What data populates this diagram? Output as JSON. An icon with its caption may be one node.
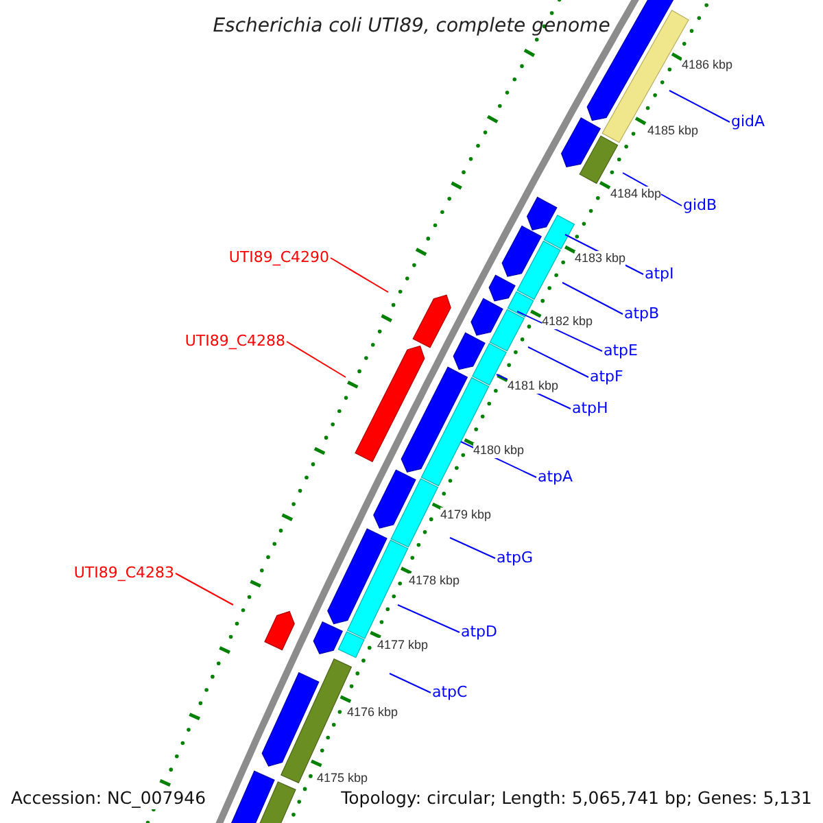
{
  "diagram": {
    "title": "Escherichia coli UTI89, complete genome",
    "nodes": [
      {
        "text": [
          "gidA"
        ]
      },
      {
        "text": [
          "gidB"
        ]
      },
      {
        "text": [
          "atpI"
        ]
      },
      {
        "text": [
          "UTI89_C4290"
        ]
      },
      {
        "text": [
          "atpB"
        ]
      },
      {
        "text": [
          "UTI89_C4288"
        ]
      },
      {
        "text": [
          "atpE"
        ]
      },
      {
        "text": [
          "atpF"
        ]
      },
      {
        "text": [
          "atpH"
        ]
      },
      {
        "text": [
          "atpA"
        ]
      },
      {
        "text": [
          "atpG"
        ]
      },
      {
        "text": [
          "UTI89_C4283"
        ]
      },
      {
        "text": [
          "atpD"
        ]
      },
      {
        "text": [
          "atpC"
        ]
      }
    ],
    "edges": [
      {
        "from": 0,
        "to": null,
        "arrow": "none"
      },
      {
        "from": 1,
        "to": null,
        "arrow": "none"
      },
      {
        "from": 2,
        "to": null,
        "arrow": "none"
      },
      {
        "from": 3,
        "to": null,
        "arrow": "none",
        "color": "#ff0000"
      },
      {
        "from": 4,
        "to": null,
        "arrow": "none"
      },
      {
        "from": 5,
        "to": null,
        "arrow": "none",
        "color": "#ff0000"
      },
      {
        "from": 6,
        "to": null,
        "arrow": "none"
      },
      {
        "from": 7,
        "to": null,
        "arrow": "none"
      },
      {
        "from": 8,
        "to": null,
        "arrow": "none"
      },
      {
        "from": 9,
        "to": null,
        "arrow": "none"
      },
      {
        "from": 10,
        "to": null,
        "arrow": "none"
      },
      {
        "from": 11,
        "to": null,
        "arrow": "none",
        "color": "#ff0000"
      },
      {
        "from": 12,
        "to": null,
        "arrow": "none"
      },
      {
        "from": 13,
        "to": null,
        "arrow": "none"
      }
    ],
    "labels": [
      "4186 kbp",
      "4185 kbp",
      "4184 kbp",
      "4183 kbp",
      "4182 kbp",
      "4181 kbp",
      "4180 kbp",
      "4179 kbp",
      "4178 kbp",
      "4177 kbp",
      "4176 kbp",
      "4175 kbp",
      "Accession: NC_007946",
      "Topology: circular; Length: 5,065,741 bp; Genes: 5,131"
    ]
  }
}
